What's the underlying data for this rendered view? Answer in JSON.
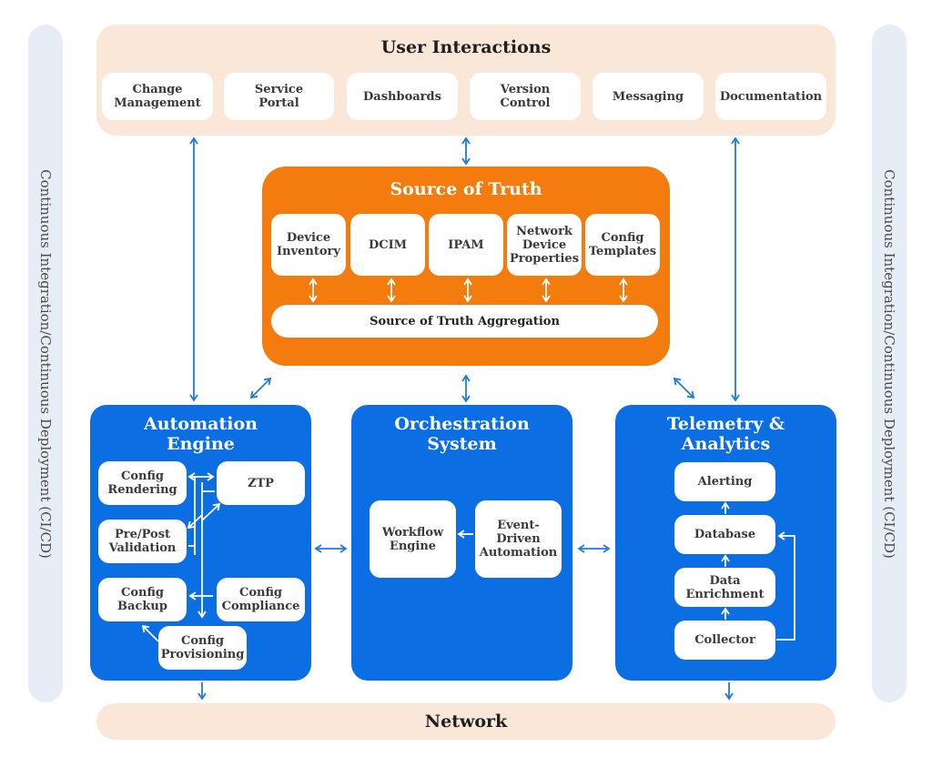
{
  "rails": {
    "left_label": "Continuous Integration/Continuous Deployment (CI/CD)",
    "right_label": "Continuous Integration/Continuous Deployment (CI/CD)"
  },
  "user_interactions": {
    "title": "User Interactions",
    "items": [
      "Change Management",
      "Service Portal",
      "Dashboards",
      "Version Control",
      "Messaging",
      "Documentation"
    ]
  },
  "source_of_truth": {
    "title": "Source of Truth",
    "items": [
      "Device Inventory",
      "DCIM",
      "IPAM",
      "Network Device Properties",
      "Config Templates"
    ],
    "aggregation": "Source of Truth Aggregation"
  },
  "automation_engine": {
    "title": "Automation Engine",
    "config_rendering": "Config Rendering",
    "ztp": "ZTP",
    "validation": "Pre/Post Validation",
    "backup": "Config Backup",
    "compliance": "Config Compliance",
    "provisioning": "Config Provisioning"
  },
  "orchestration": {
    "title": "Orchestration System",
    "workflow": "Workflow Engine",
    "event": "Event-Driven Automation"
  },
  "telemetry": {
    "title": "Telemetry & Analytics",
    "alerting": "Alerting",
    "database": "Database",
    "enrichment": "Data Enrichment",
    "collector": "Collector"
  },
  "network": {
    "title": "Network"
  },
  "colors": {
    "orange": "#f47c0e",
    "blue": "#0b6fe3",
    "peach": "#fbe7d8",
    "rail": "#e6edf7",
    "arrow": "#1f7ae0"
  }
}
